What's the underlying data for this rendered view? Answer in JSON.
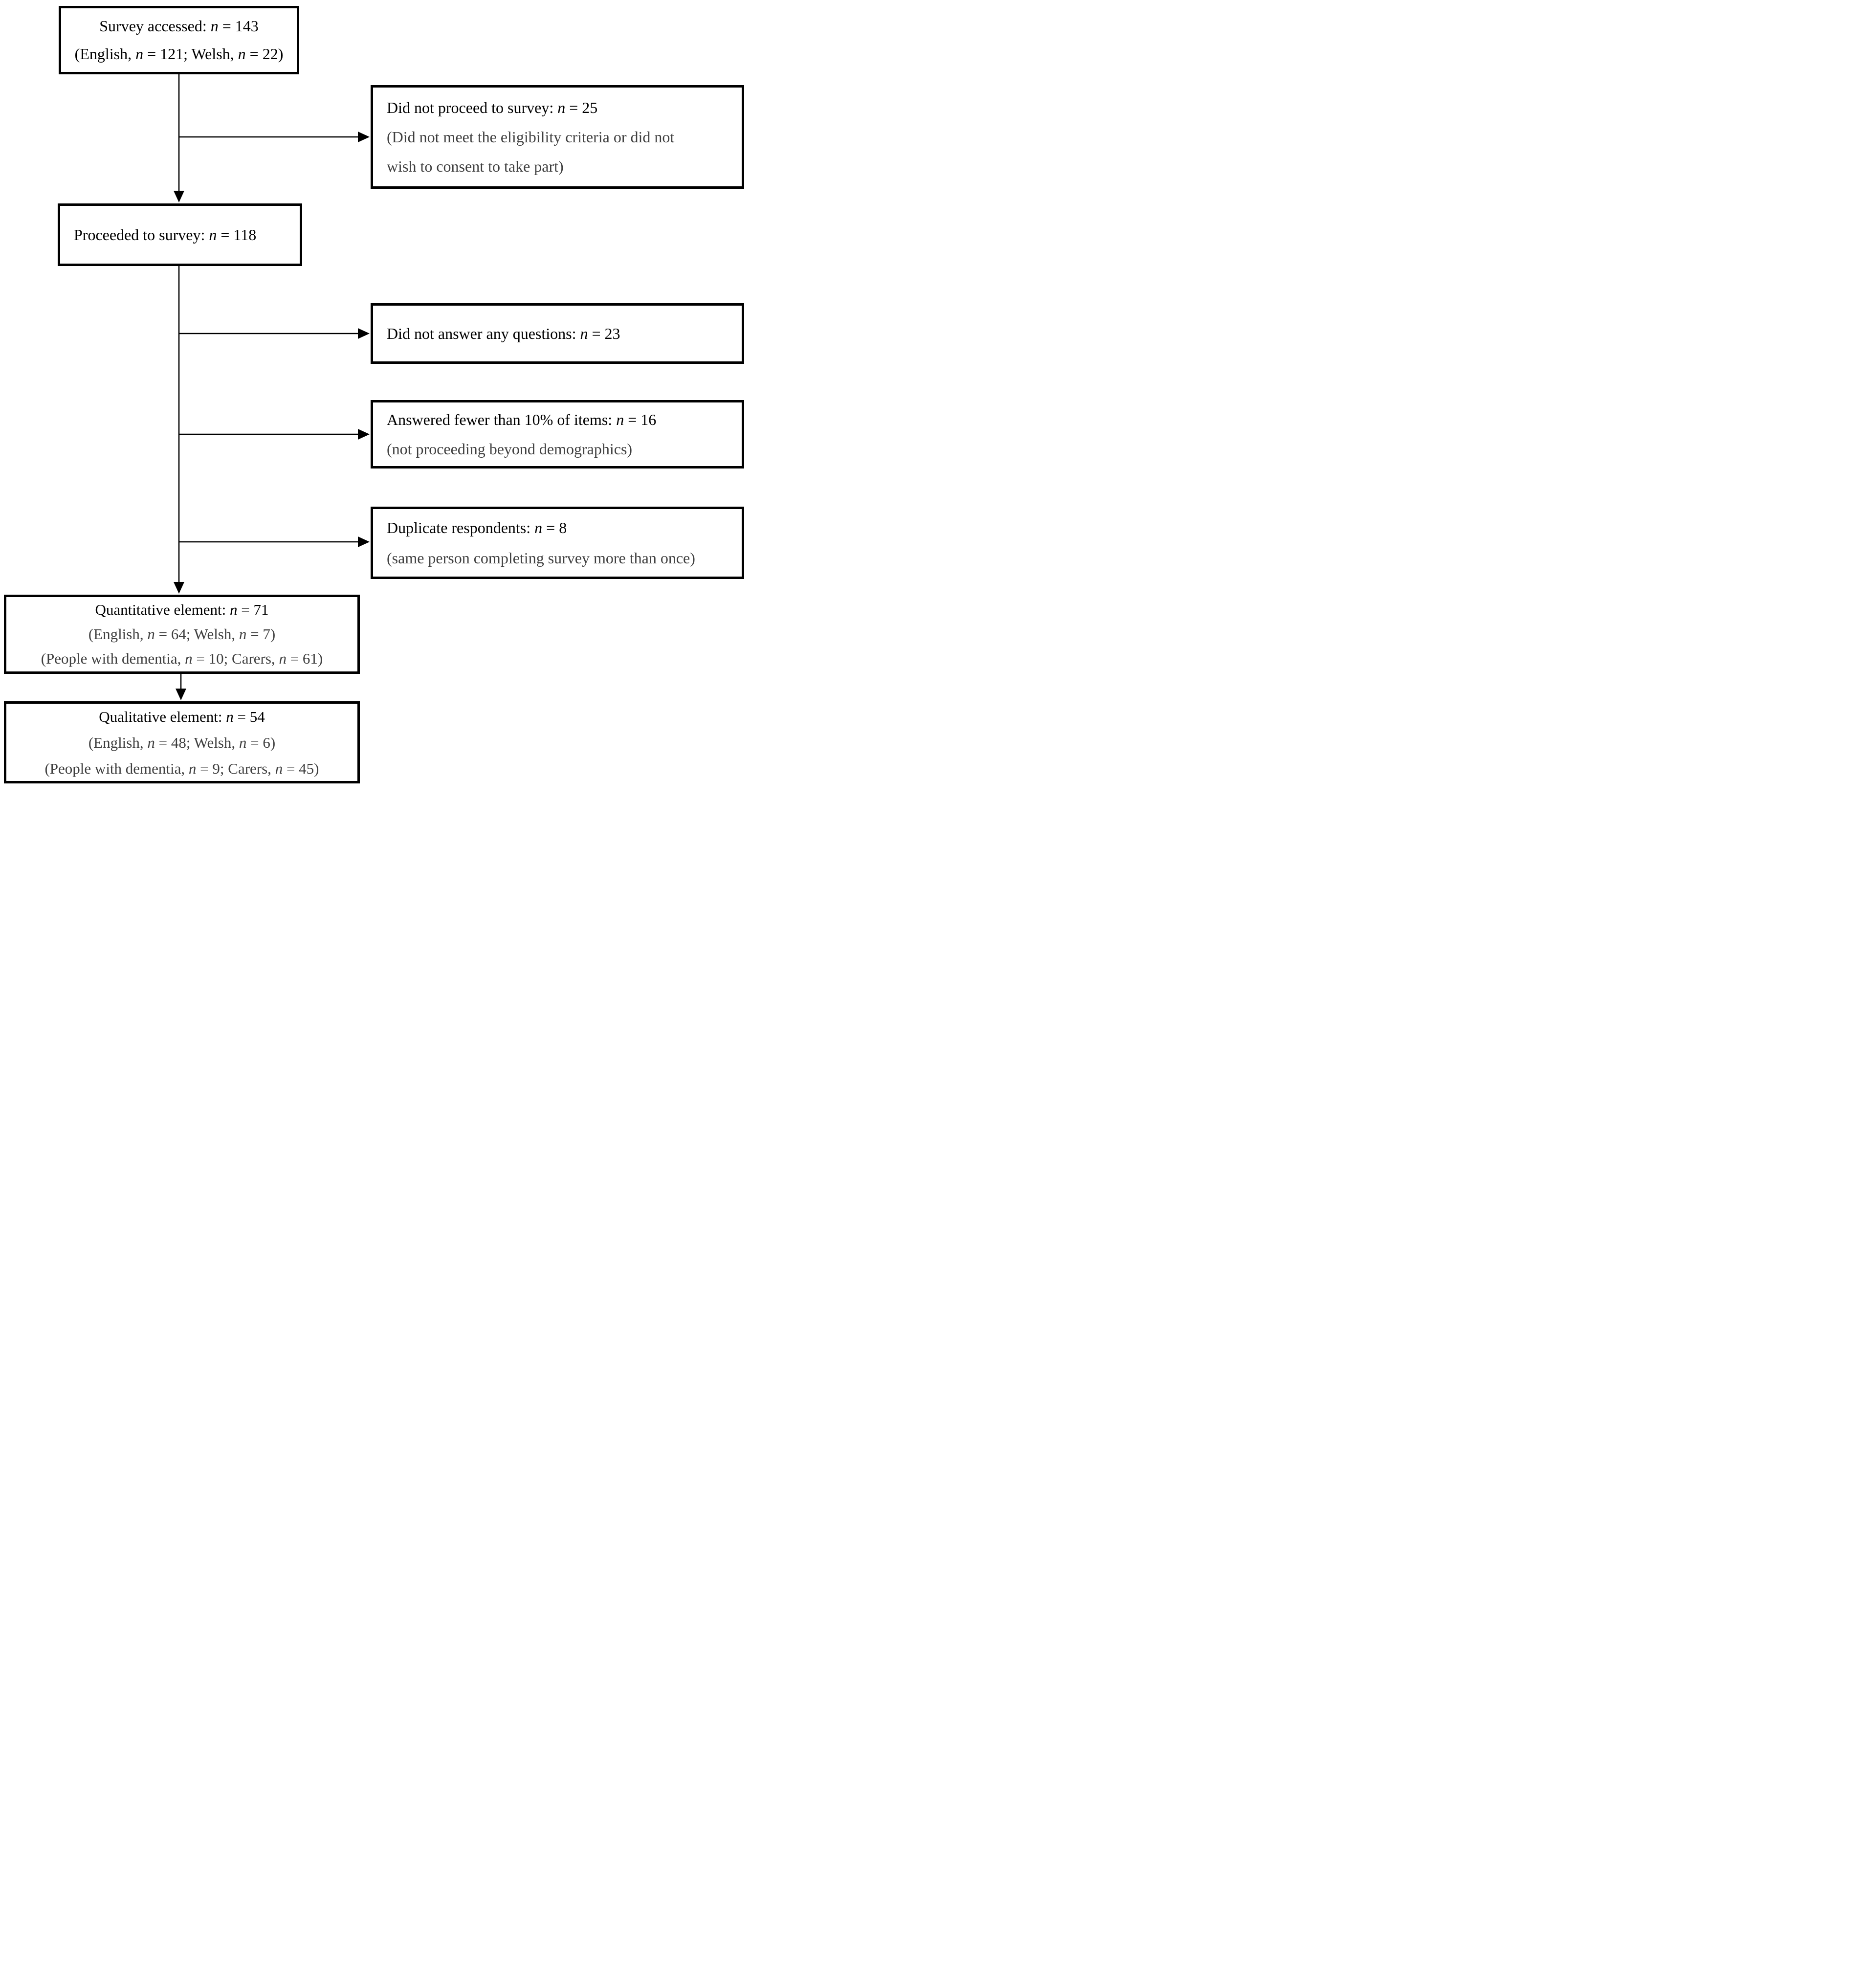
{
  "page": {
    "background": "#ffffff",
    "border_color": "#000000",
    "text_color": "#000000",
    "muted_text_color": "#3f3f3f"
  },
  "diagram": {
    "boxes": [
      {
        "id": "survey-accessed",
        "lines": [
          "Survey accessed: n = 143",
          "(English, n = 121; Welsh, n = 22)"
        ]
      },
      {
        "id": "did-not-proceed",
        "lines": [
          "Did not proceed to survey: n = 25",
          "(Did not meet the eligibility criteria or did not",
          "wish to consent to take part)"
        ]
      },
      {
        "id": "proceeded-to-survey",
        "lines": [
          "Proceeded to survey: n = 118"
        ]
      },
      {
        "id": "did-not-answer",
        "lines": [
          "Did not answer any questions: n = 23"
        ]
      },
      {
        "id": "answered-fewer-than-10pct",
        "lines": [
          "Answered fewer than 10% of items: n = 16",
          "(not proceeding beyond demographics)"
        ]
      },
      {
        "id": "duplicate-respondents",
        "lines": [
          "Duplicate respondents: n = 8",
          "(same person completing survey more than once)"
        ]
      },
      {
        "id": "quantitative-element",
        "lines": [
          "Quantitative element: n = 71",
          "(English, n = 64; Welsh, n = 7)",
          "(People with dementia, n = 10; Carers, n = 61)"
        ]
      },
      {
        "id": "qualitative-element",
        "lines": [
          "Qualitative element: n = 54",
          "(English, n = 48; Welsh, n = 6)",
          "(People with dementia, n = 9; Carers, n = 45)"
        ]
      }
    ],
    "edges": [
      {
        "from": "survey-accessed",
        "to": "did-not-proceed"
      },
      {
        "from": "survey-accessed",
        "to": "proceeded-to-survey"
      },
      {
        "from": "proceeded-to-survey",
        "to": "did-not-answer"
      },
      {
        "from": "proceeded-to-survey",
        "to": "answered-fewer-than-10pct"
      },
      {
        "from": "proceeded-to-survey",
        "to": "duplicate-respondents"
      },
      {
        "from": "proceeded-to-survey",
        "to": "quantitative-element"
      },
      {
        "from": "quantitative-element",
        "to": "qualitative-element"
      }
    ]
  }
}
